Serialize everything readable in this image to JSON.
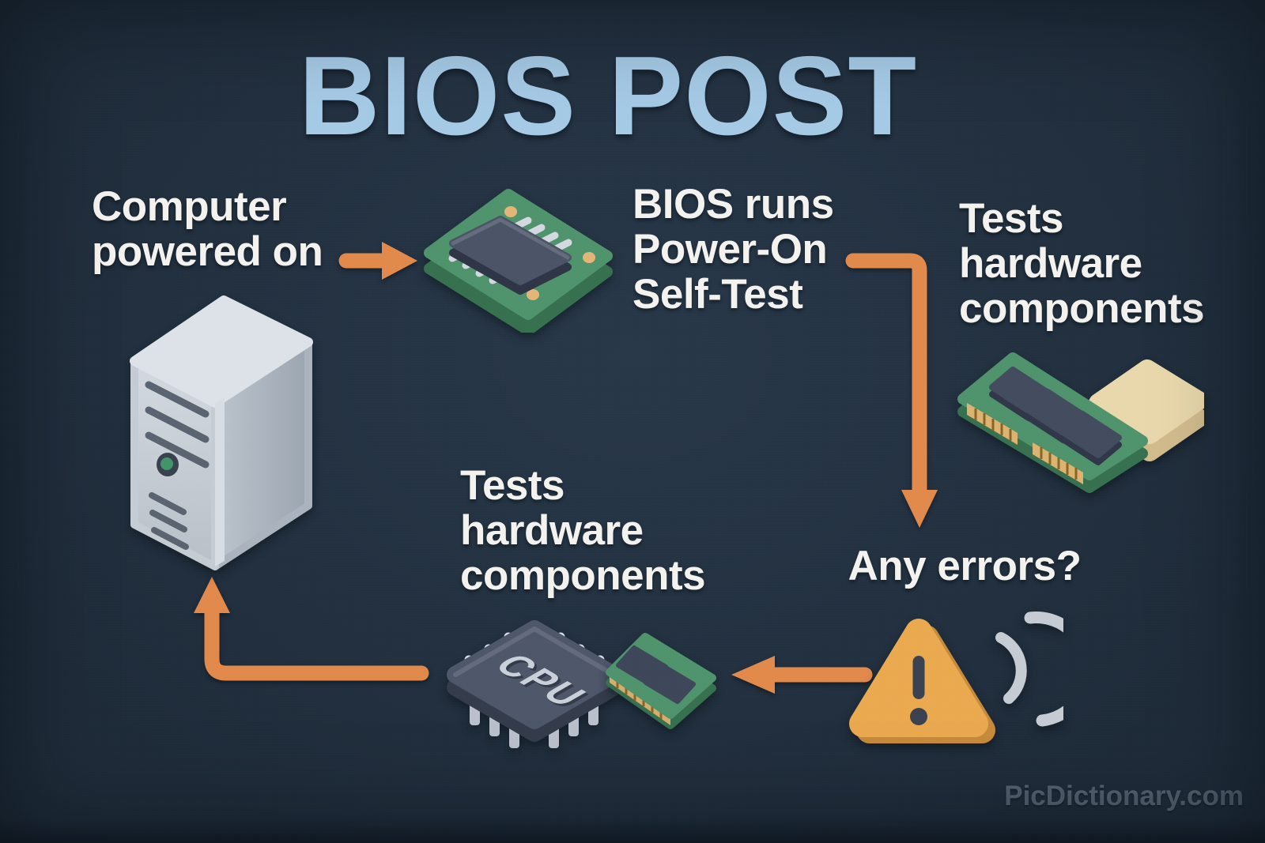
{
  "title": "BIOS POST",
  "flow": {
    "step1_label": "Computer\npowered on",
    "step2_label": "BIOS runs\nPower-On\nSelf-Test",
    "step3_label": "Tests\nhardware\ncomponents",
    "step4_label": "Any errors?",
    "step5_label": "Tests\nhardware\ncomponents"
  },
  "cpu_label": "CPU",
  "watermark": "PicDictionary.com",
  "icons": {
    "computer_tower": "computer-tower",
    "bios_chip": "bios-chip-on-pcb",
    "ram_storage": "ram-module-and-storage",
    "warning_beep": "warning-triangle-with-beep-waves",
    "cpu_chip": "cpu-chip",
    "memory_module": "small-memory-module",
    "arrows": "orange-flow-arrows"
  },
  "colors": {
    "background": "#223140",
    "title_blue": "#a5cae6",
    "text_white": "#f3f2ef",
    "arrow_orange": "#e1894b",
    "pcb_green": "#4f936c",
    "chip_slate": "#4b5367",
    "warning_amber": "#eaa94f",
    "gold": "#dcb470",
    "tower_gray": "#c9d0d7",
    "watermark_gray": "#a4b5ca"
  }
}
